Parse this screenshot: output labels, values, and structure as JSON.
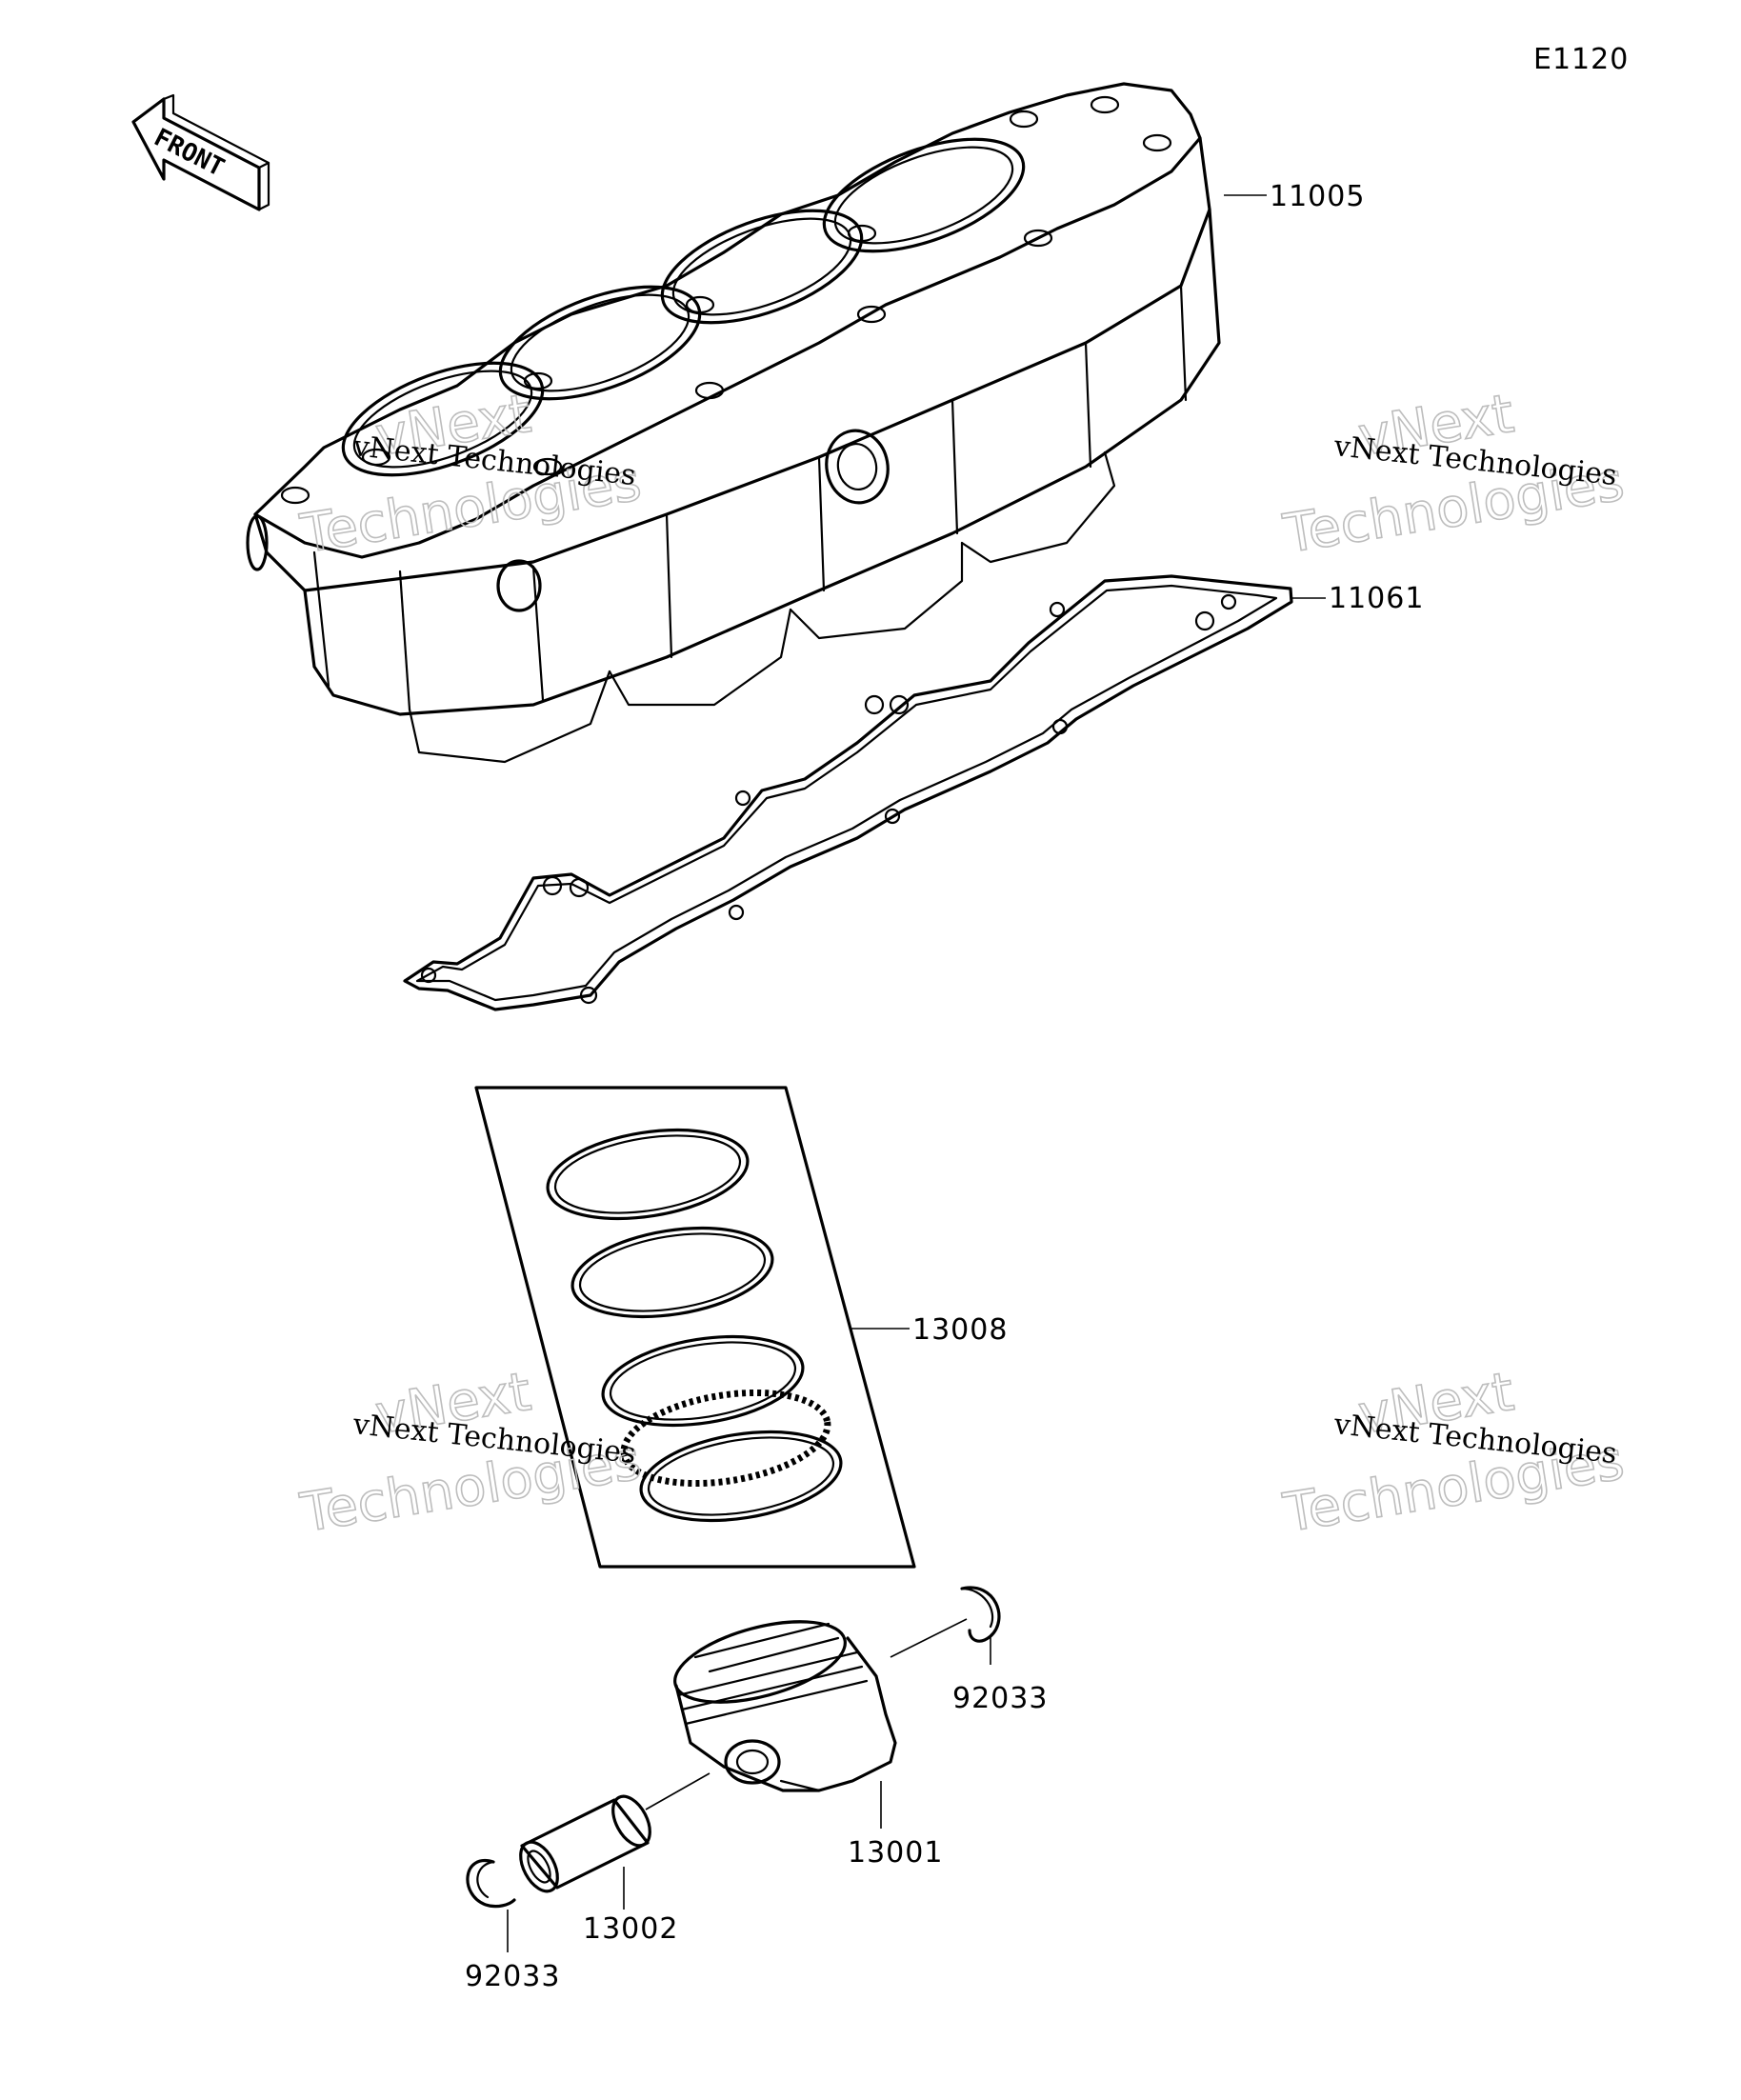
{
  "diagram_code": "E1120",
  "front_label": "FRONT",
  "parts": {
    "cylinder": "11005",
    "cylinder_gasket": "11061",
    "piston_ring_set": "13008",
    "piston": "13001",
    "piston_pin": "13002",
    "snap_ring_right": "92033",
    "snap_ring_left": "92033"
  },
  "watermark": {
    "line1": "vNext Technologies",
    "line2a": "vNext",
    "line2b": "Technologies"
  }
}
